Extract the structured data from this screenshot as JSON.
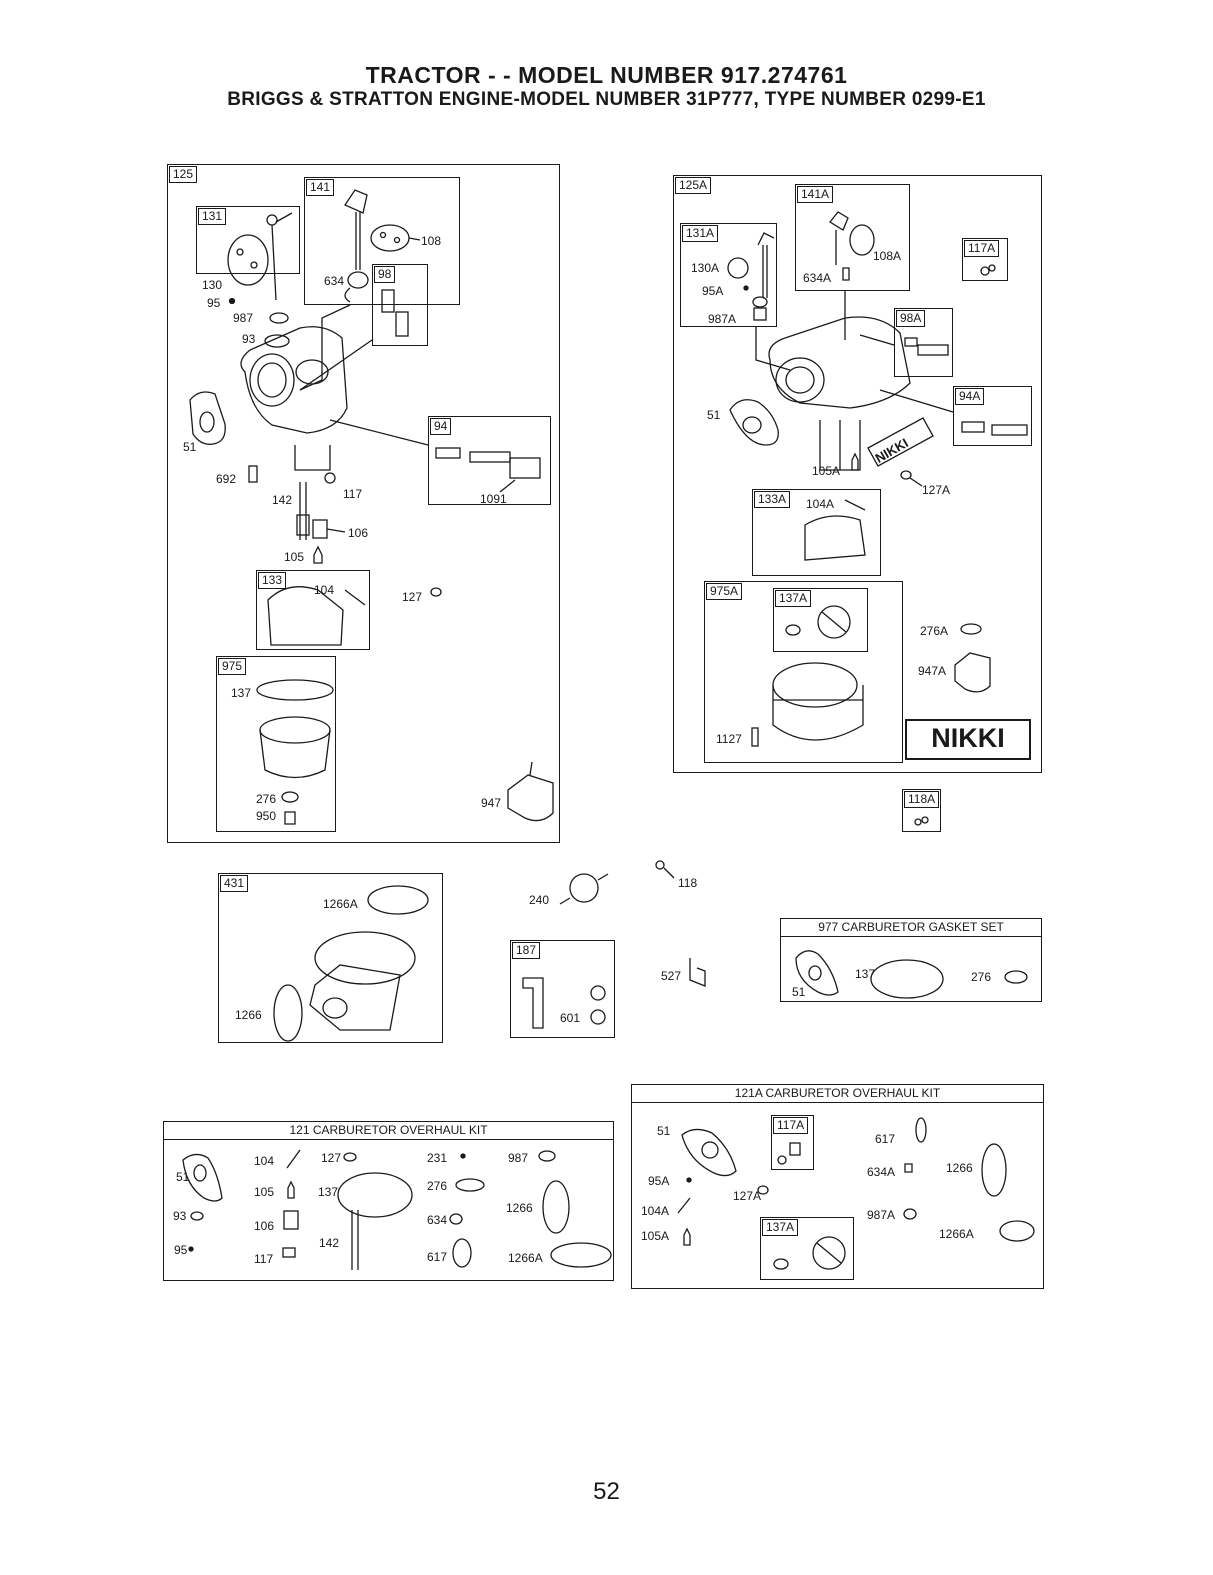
{
  "header": {
    "title_line1": "TRACTOR - - MODEL NUMBER  917.274761",
    "title_line2": "BRIGGS & STRATTON ENGINE-MODEL NUMBER 31P777, TYPE NUMBER 0299-E1"
  },
  "page_number": "52",
  "left_carburetor": {
    "tags": {
      "main": "125",
      "b131": "131",
      "b141": "141",
      "b98": "98",
      "b94": "94",
      "b133": "133",
      "b975": "975"
    },
    "labels": {
      "l108": "108",
      "l634": "634",
      "l130": "130",
      "l95": "95",
      "l987": "987",
      "l93": "93",
      "l51": "51",
      "l692": "692",
      "l142": "142",
      "l117": "117",
      "l1091": "1091",
      "l106": "106",
      "l105": "105",
      "l104": "104",
      "l127": "127",
      "l137": "137",
      "l276": "276",
      "l950": "950",
      "l947": "947"
    }
  },
  "right_carburetor": {
    "tags": {
      "main": "125A",
      "b141a": "141A",
      "b131a": "131A",
      "b117a": "117A",
      "b98a": "98A",
      "b94a": "94A",
      "b133a": "133A",
      "b975a": "975A",
      "b137a": "137A",
      "b118a": "118A"
    },
    "labels": {
      "l130a": "130A",
      "l95a": "95A",
      "l987a": "987A",
      "l108a": "108A",
      "l634a": "634A",
      "l51": "51",
      "l105a": "105A",
      "l127a": "127A",
      "l104a": "104A",
      "l276a": "276A",
      "l947a": "947A",
      "l1127": "1127",
      "nikki_decal": "NIKKI",
      "nikki_badge": "NIKKI"
    }
  },
  "intake": {
    "tag": "431",
    "labels": {
      "l1266a": "1266A",
      "l1266": "1266"
    }
  },
  "misc": {
    "l240": "240",
    "l118": "118",
    "l527": "527",
    "tag187": "187",
    "l601": "601"
  },
  "gasket_set": {
    "title": "977 CARBURETOR GASKET SET",
    "labels": {
      "l51": "51",
      "l137": "137",
      "l276": "276"
    }
  },
  "kit121": {
    "title": "121 CARBURETOR OVERHAUL KIT",
    "labels": {
      "l51": "51",
      "l93": "93",
      "l95": "95",
      "l104": "104",
      "l105": "105",
      "l106": "106",
      "l117": "117",
      "l127": "127",
      "l137": "137",
      "l142": "142",
      "l231": "231",
      "l276": "276",
      "l634": "634",
      "l617": "617",
      "l987": "987",
      "l1266": "1266",
      "l1266a": "1266A"
    }
  },
  "kit121a": {
    "title": "121A CARBURETOR OVERHAUL KIT",
    "tags": {
      "b117a": "117A",
      "b137a": "137A"
    },
    "labels": {
      "l51": "51",
      "l95a": "95A",
      "l104a": "104A",
      "l105a": "105A",
      "l127a": "127A",
      "l617": "617",
      "l634a": "634A",
      "l1266": "1266",
      "l987a": "987A",
      "l1266a": "1266A"
    }
  }
}
